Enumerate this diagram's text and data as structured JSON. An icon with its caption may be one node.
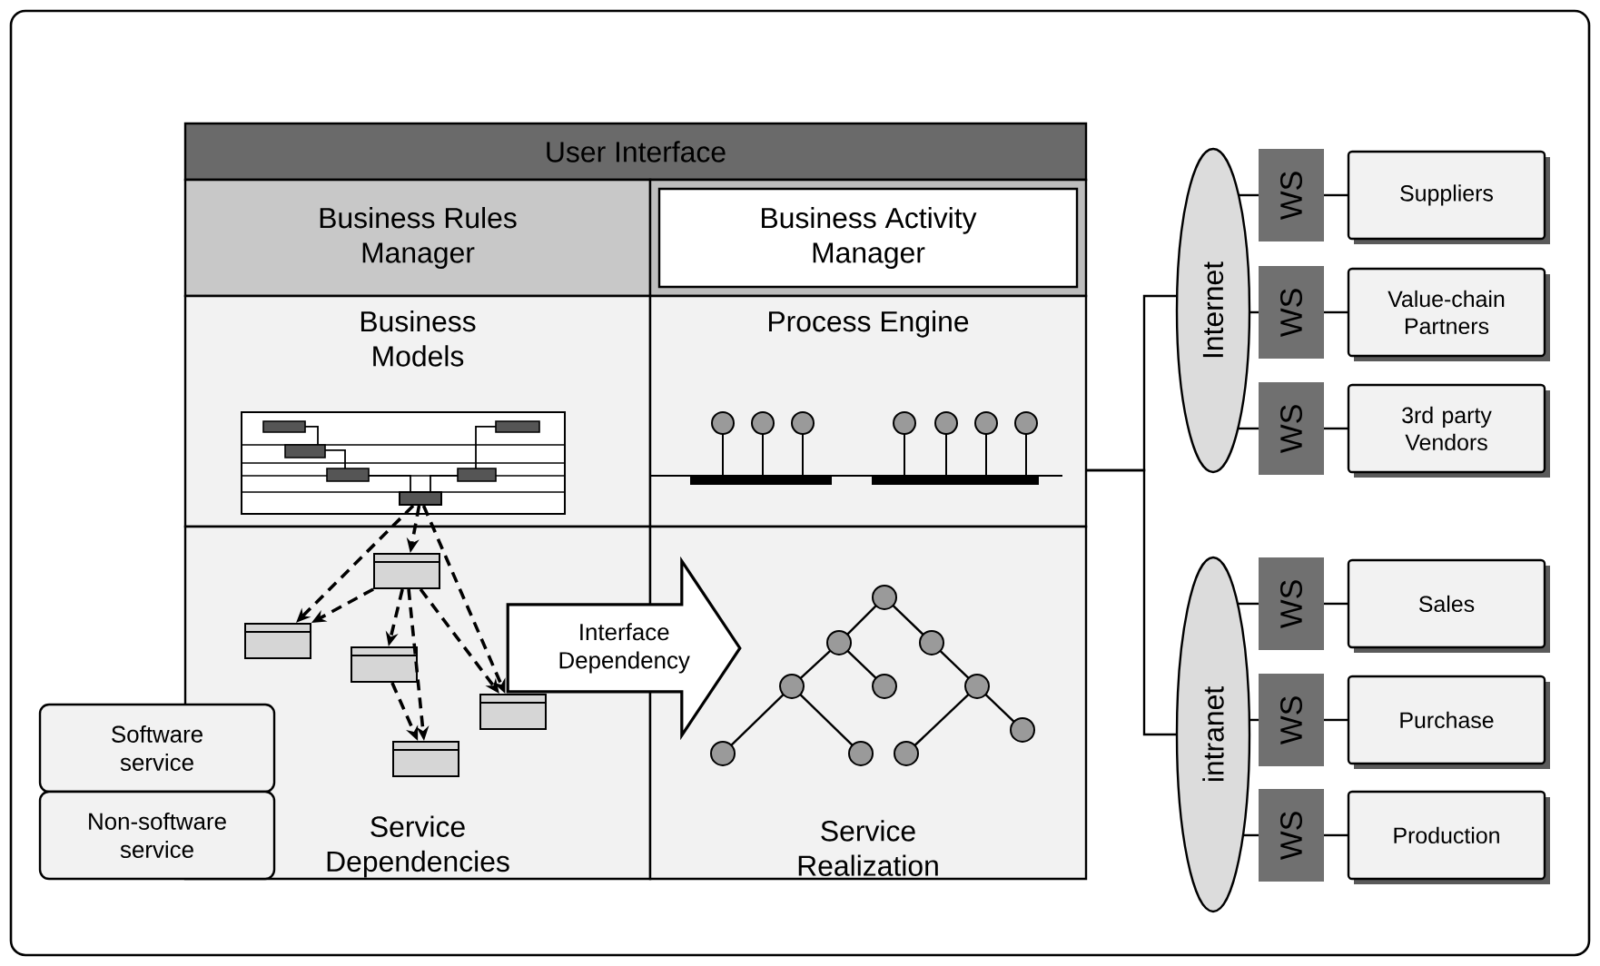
{
  "diagram": {
    "nodes": [
      {
        "text": [
          "User Interface"
        ]
      },
      {
        "text": [
          "Business Rules Manager"
        ]
      },
      {
        "text": [
          "Business Activity Manager"
        ]
      },
      {
        "text": [
          "Business Models"
        ]
      },
      {
        "text": [
          "Process Engine"
        ]
      },
      {
        "text": [
          "Service Dependencies"
        ]
      },
      {
        "text": [
          "Service Realization"
        ]
      },
      {
        "text": [
          "Software service"
        ]
      },
      {
        "text": [
          "Non-software service"
        ]
      },
      {
        "text": [
          "Internet"
        ]
      },
      {
        "text": [
          "intranet"
        ]
      },
      {
        "text": [
          "WS"
        ]
      },
      {
        "text": [
          "WS"
        ]
      },
      {
        "text": [
          "WS"
        ]
      },
      {
        "text": [
          "Suppliers"
        ]
      },
      {
        "text": [
          "Value-chain Partners"
        ]
      },
      {
        "text": [
          "3rd party Vendors"
        ]
      },
      {
        "text": [
          "WS"
        ]
      },
      {
        "text": [
          "WS"
        ]
      },
      {
        "text": [
          "WS"
        ]
      },
      {
        "text": [
          "Sales"
        ]
      },
      {
        "text": [
          "Purchase"
        ]
      },
      {
        "text": [
          "Production"
        ]
      },
      {
        "text": [],
        "shape": "box",
        "in": 3
      },
      {
        "text": [],
        "shape": "box",
        "in": 5
      },
      {
        "text": [],
        "shape": "box",
        "in": 5
      },
      {
        "text": [],
        "shape": "box",
        "in": 5
      },
      {
        "text": [],
        "shape": "box",
        "in": 5
      },
      {
        "text": [],
        "shape": "box",
        "in": 5
      }
    ],
    "edges": [
      {
        "from": 4,
        "to": 9,
        "arrow": "none"
      },
      {
        "from": 4,
        "to": 10,
        "arrow": "none"
      },
      {
        "from": 9,
        "to": 11,
        "arrow": "none"
      },
      {
        "from": 9,
        "to": 12,
        "arrow": "none"
      },
      {
        "from": 9,
        "to": 13,
        "arrow": "none"
      },
      {
        "from": 10,
        "to": 17,
        "arrow": "none"
      },
      {
        "from": 10,
        "to": 18,
        "arrow": "none"
      },
      {
        "from": 10,
        "to": 19,
        "arrow": "none"
      },
      {
        "from": 11,
        "to": 14,
        "arrow": "none"
      },
      {
        "from": 12,
        "to": 15,
        "arrow": "none"
      },
      {
        "from": 13,
        "to": 16,
        "arrow": "none"
      },
      {
        "from": 17,
        "to": 20,
        "arrow": "none"
      },
      {
        "from": 18,
        "to": 21,
        "arrow": "none"
      },
      {
        "from": 19,
        "to": 22,
        "arrow": "none"
      },
      {
        "from": 23,
        "to": 24,
        "arrow": "to",
        "style": "dashed"
      },
      {
        "from": 23,
        "to": 25,
        "arrow": "to",
        "style": "dashed"
      },
      {
        "from": 23,
        "to": 27,
        "arrow": "to",
        "style": "dashed"
      },
      {
        "from": 24,
        "to": 25,
        "arrow": "to",
        "style": "dashed"
      },
      {
        "from": 24,
        "to": 26,
        "arrow": "to",
        "style": "dashed"
      },
      {
        "from": 24,
        "to": 28,
        "arrow": "to",
        "style": "dashed"
      },
      {
        "from": 24,
        "to": 27,
        "arrow": "to",
        "style": "dashed"
      },
      {
        "from": 26,
        "to": 28,
        "arrow": "to",
        "style": "dashed"
      },
      {
        "from": 5,
        "to": 6,
        "arrow": "to",
        "label": "Interface Dependency",
        "style": "thick"
      }
    ]
  }
}
